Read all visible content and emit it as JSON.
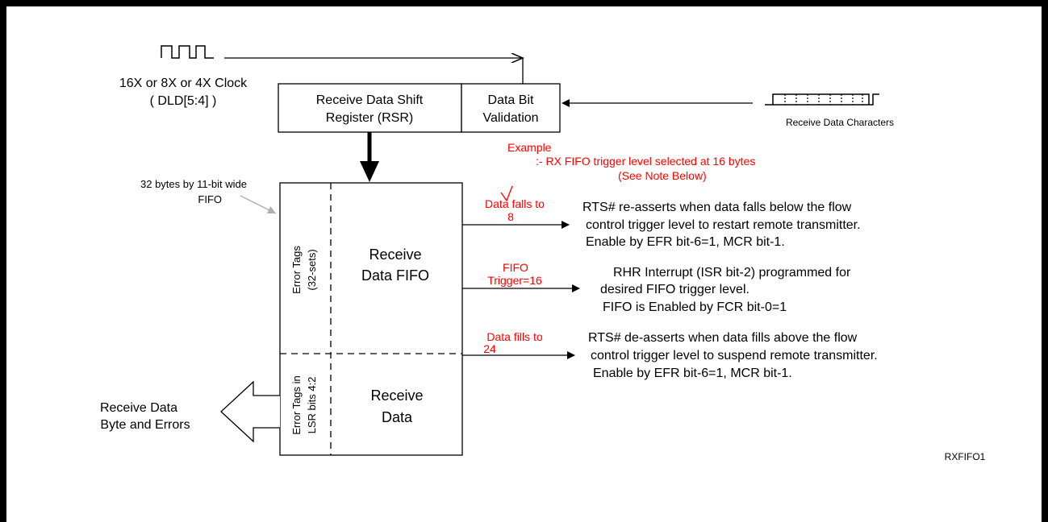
{
  "colors": {
    "border": "#000000",
    "line": "#000000",
    "annotation_red": "#ff0000",
    "pointer_gray": "#b0b0b0"
  },
  "clock": {
    "label_line1": "16X or 8X or 4X Clock",
    "label_line2": "( DLD[5:4] )"
  },
  "rsr": {
    "line1": "Receive Data Shift",
    "line2": "Register (RSR)"
  },
  "validation": {
    "line1": "Data Bit",
    "line2": "Validation"
  },
  "receive_chars": {
    "label": "Receive Data Characters"
  },
  "example": {
    "line1": "Example",
    "line2": ":- RX FIFO trigger level selected at 16  bytes",
    "line3": "(See Note Below)"
  },
  "fifo_size": {
    "line1": "32  bytes by 11-bit wide",
    "line2": "FIFO"
  },
  "fifo": {
    "error_tags_line1": "Error Tags",
    "error_tags_line2": "(32-sets)",
    "receive_fifo_line1": "Receive",
    "receive_fifo_line2": "Data FIFO",
    "lsr_tags_line1": "Error Tags in",
    "lsr_tags_line2": "LSR bits 4:2",
    "receive_data_line1": "Receive",
    "receive_data_line2": "Data"
  },
  "falls": {
    "label_line1": "Data falls to",
    "label_line2": "8",
    "desc_line1": "RTS# re-asserts when data falls below the flow",
    "desc_line2": "control trigger level to restart remote transmitter.",
    "desc_line3": "Enable by EFR bit-6=1, MCR bit-1."
  },
  "trigger": {
    "label_line1": "FIFO",
    "label_line2": "Trigger=16",
    "desc_line1": "RHR Interrupt (ISR bit-2) programmed for",
    "desc_line2": "desired FIFO trigger level.",
    "desc_line3": "FIFO is Enabled by FCR bit-0=1"
  },
  "fills": {
    "label_line1": "Data fills to",
    "label_line2": "24",
    "desc_line1": "RTS# de-asserts when data fills above the flow",
    "desc_line2": "control trigger level to suspend remote transmitter.",
    "desc_line3": "Enable by EFR bit-6=1, MCR bit-1."
  },
  "output": {
    "line1": "Receive Data",
    "line2": "Byte and Errors"
  },
  "figure_id": "RXFIFO1"
}
